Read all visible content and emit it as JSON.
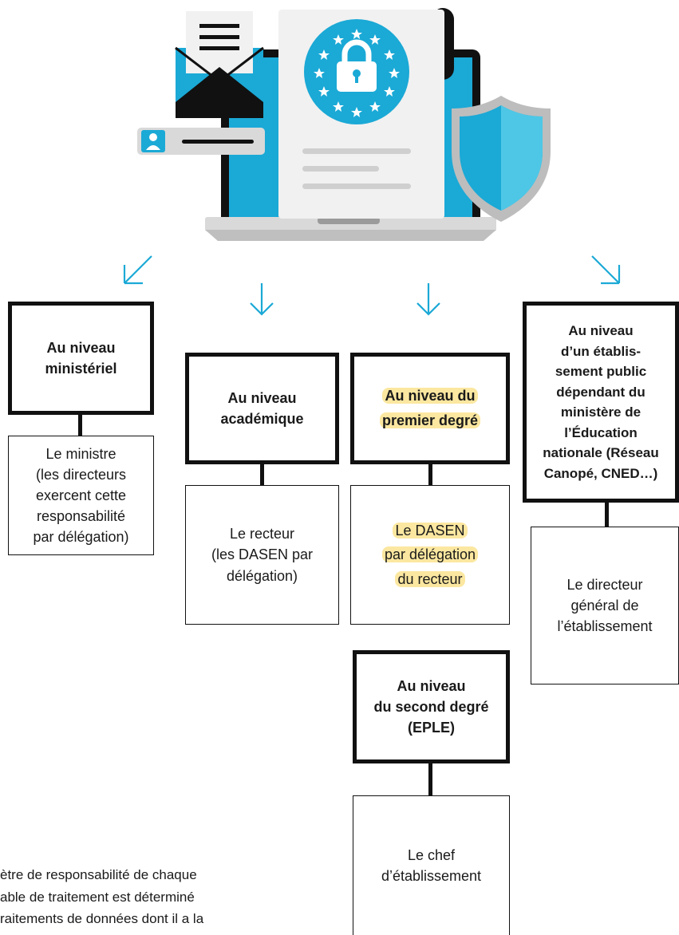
{
  "colors": {
    "accent": "#1ba9d6",
    "highlight": "#fbe7a0",
    "border": "#111111"
  },
  "nodes": {
    "ministeriel": {
      "header": "Au niveau\nministériel",
      "body": "Le ministre\n(les directeurs\nexercent cette\nresponsabilité\npar délégation)"
    },
    "academique": {
      "header": "Au niveau\nacadémique",
      "body": "Le recteur\n(les DASEN par\ndélégation)"
    },
    "premier_degre": {
      "header_line1": "Au niveau du",
      "header_line2": "premier degré",
      "body_line1": "Le DASEN",
      "body_line2": "par délégation",
      "body_line3": "du recteur"
    },
    "etablissement_public": {
      "header": "Au niveau\nd’un établis-\nsement public\ndépendant du\nministère de\nl’Éducation\nnationale (Réseau\nCanopé, CNED…)",
      "body": "Le directeur\ngénéral de\nl’établissement"
    },
    "second_degre": {
      "header": "Au niveau\ndu second degré\n(EPLE)",
      "body": "Le chef\nd’établissement"
    }
  },
  "footer_text": "ètre de responsabilité de chaque\nable de traitement est déterminé\nraitements de données dont il a la",
  "icons": [
    "envelope-icon",
    "document-icon",
    "lock-icon",
    "eu-stars-icon",
    "user-card-icon",
    "shield-icon",
    "laptop-icon",
    "arrow-down-left-icon",
    "arrow-down-icon",
    "arrow-down-right-icon"
  ]
}
